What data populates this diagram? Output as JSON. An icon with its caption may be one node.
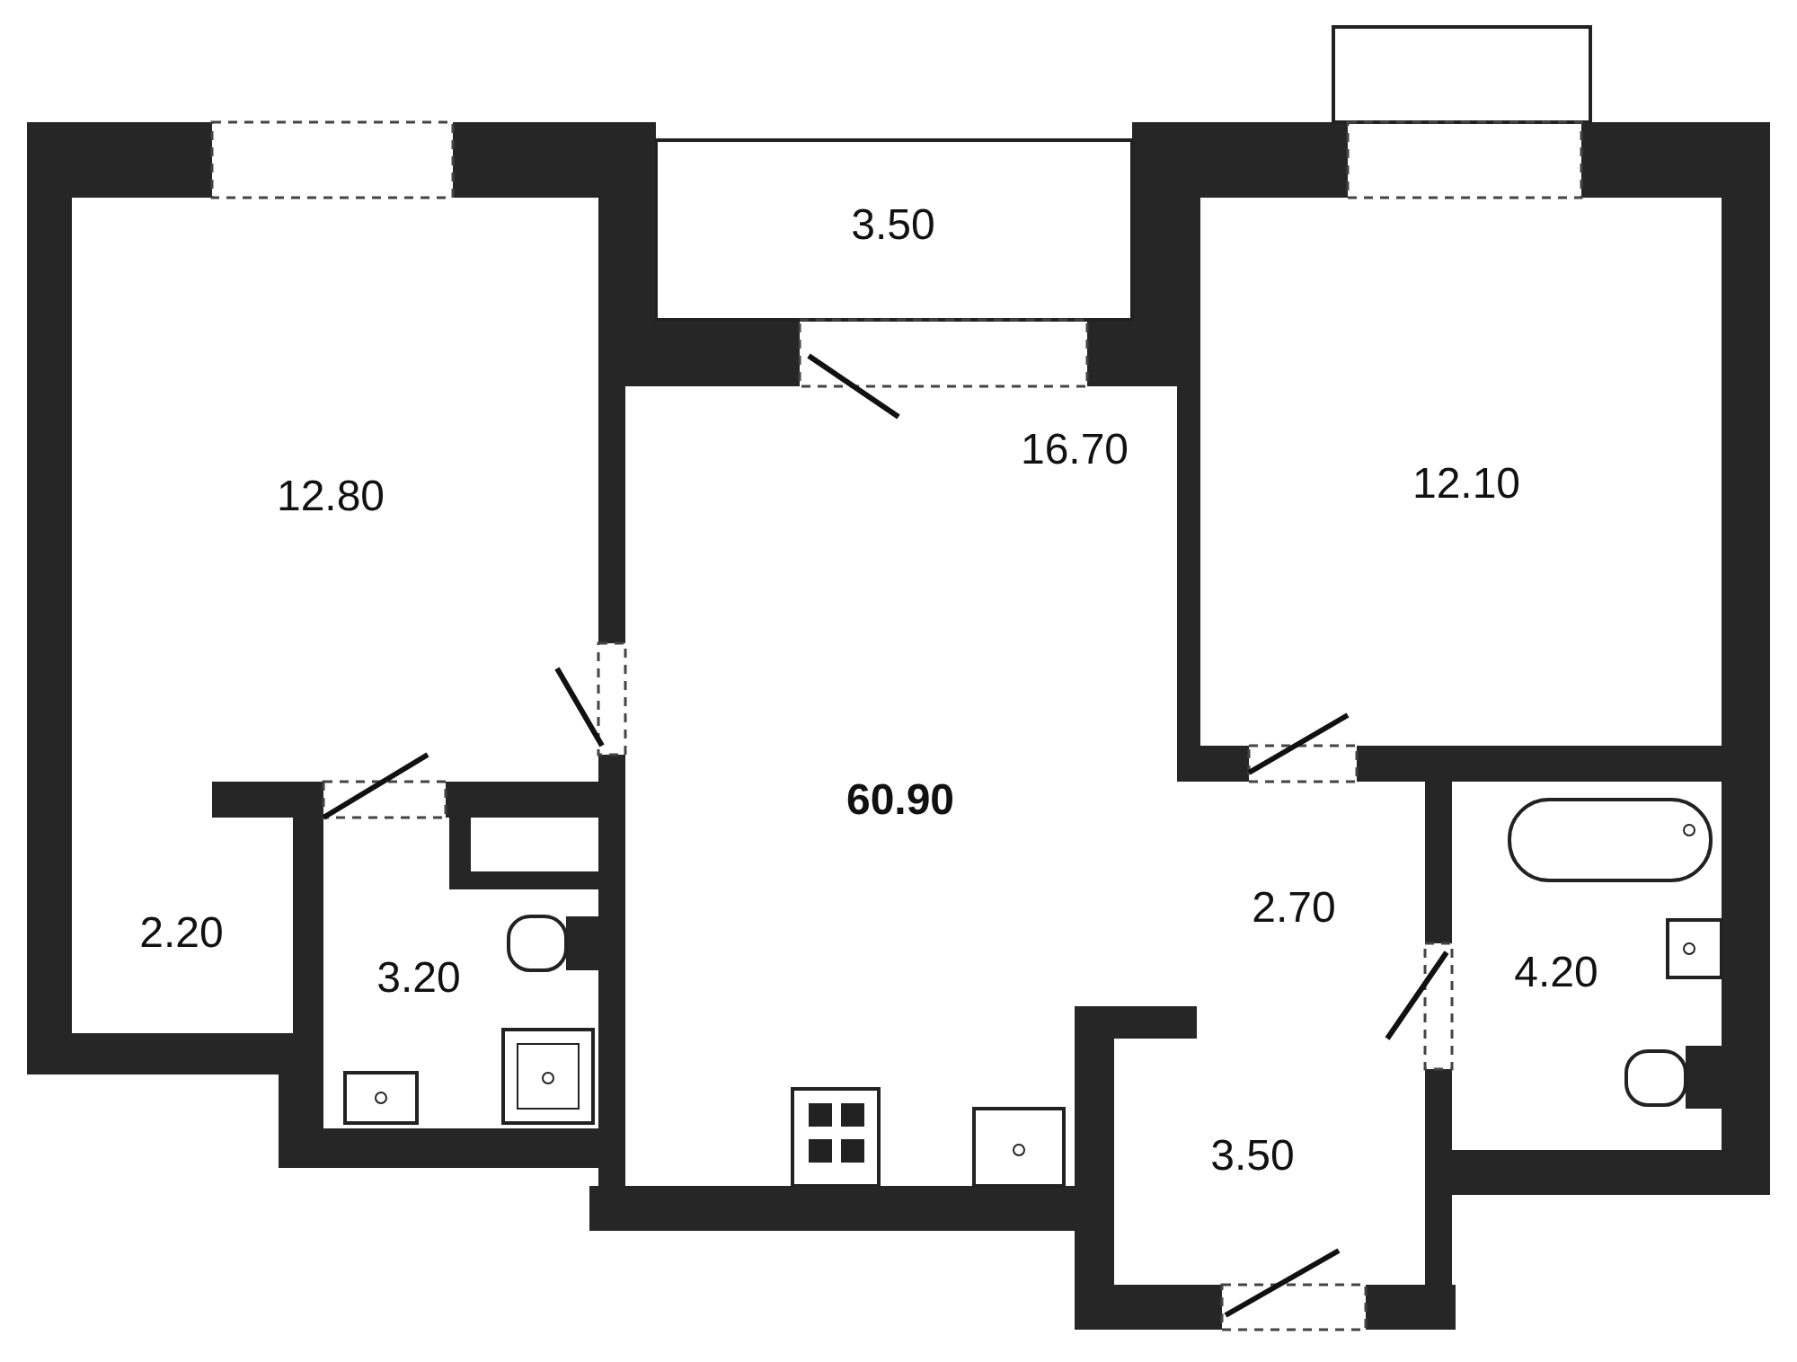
{
  "diagram": {
    "labels": [
      "3.50",
      "12.80",
      "16.70",
      "12.10",
      "60.90",
      "2.70",
      "2.20",
      "3.20",
      "4.20",
      "3.50"
    ]
  }
}
